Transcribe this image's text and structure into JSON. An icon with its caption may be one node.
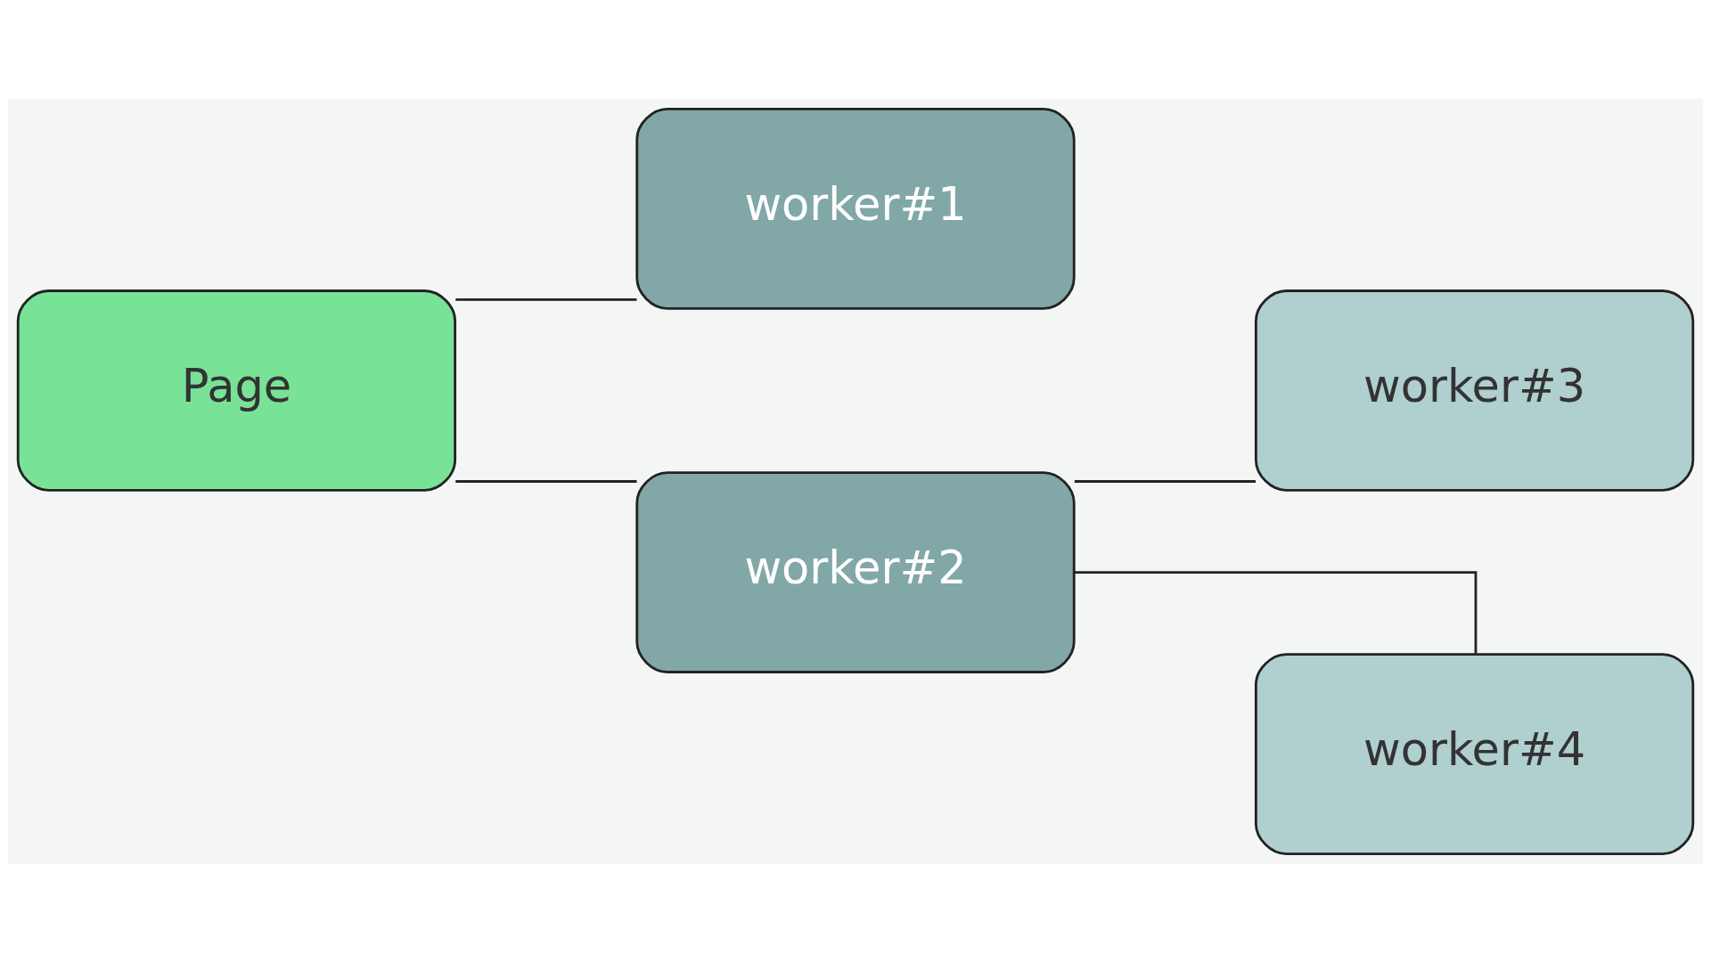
{
  "diagram": {
    "nodes": [
      {
        "text": [
          "Page"
        ]
      },
      {
        "text": [
          "worker#1"
        ]
      },
      {
        "text": [
          "worker#2"
        ]
      },
      {
        "text": [
          "worker#3"
        ]
      },
      {
        "text": [
          "worker#4"
        ]
      }
    ],
    "edges": [
      {
        "from": 0,
        "to": 1,
        "arrow": "none"
      },
      {
        "from": 0,
        "to": 2,
        "arrow": "none"
      },
      {
        "from": 2,
        "to": 3,
        "arrow": "none"
      },
      {
        "from": 2,
        "to": 4,
        "arrow": "none"
      }
    ]
  }
}
